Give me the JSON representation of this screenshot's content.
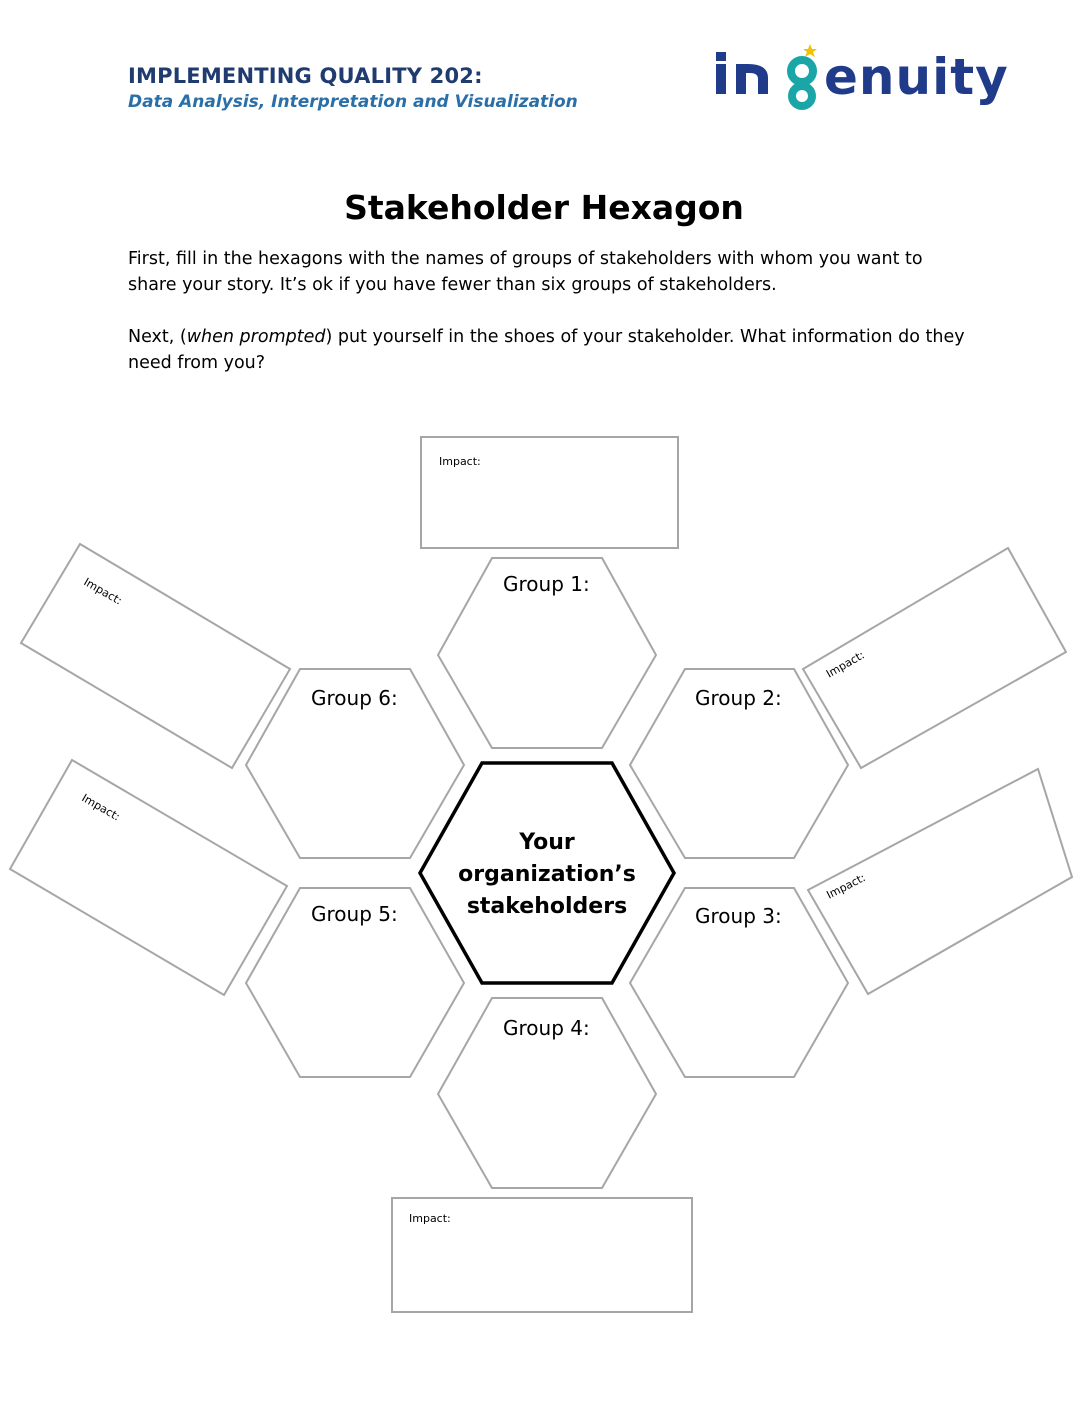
{
  "header": {
    "title": "IMPLEMENTING QUALITY 202:",
    "subtitle": "Data Analysis, Interpretation and Visualization",
    "logo_text": "ingenuity",
    "brand_navy": "#1f3b8a",
    "brand_teal": "#1aa6a6",
    "brand_yellow": "#f2c200"
  },
  "page": {
    "title": "Stakeholder Hexagon",
    "para1": "First, fill in the hexagons with the names of groups of stakeholders with whom you want to share your story. It’s ok if you have fewer than six groups of stakeholders.",
    "para2_prefix": "Next, (",
    "para2_em": "when prompted",
    "para2_suffix": ") put yourself in the shoes of your stakeholder. What information do they need from you?"
  },
  "diagram": {
    "center": {
      "line1": "Your",
      "line2": "organization’s",
      "line3": "stakeholders"
    },
    "groups": [
      "Group 1:",
      "Group 2:",
      "Group 3:",
      "Group 4:",
      "Group 5:",
      "Group 6:"
    ],
    "impact_label": "Impact:"
  }
}
